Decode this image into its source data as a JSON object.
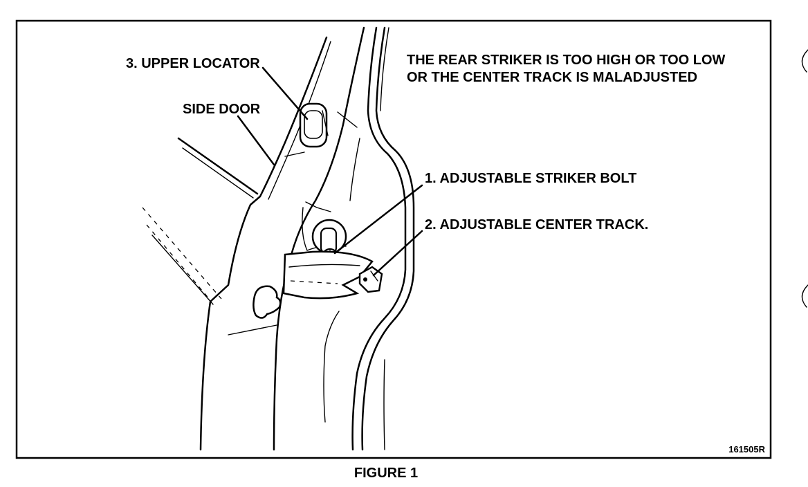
{
  "labels": {
    "upper_locator": "3. UPPER LOCATOR",
    "side_door": "SIDE DOOR",
    "striker_bolt": "1. ADJUSTABLE STRIKER BOLT",
    "center_track": "2. ADJUSTABLE CENTER TRACK.",
    "note_line1": "THE REAR STRIKER IS TOO HIGH OR TOO LOW",
    "note_line2": "OR THE CENTER TRACK IS MALADJUSTED",
    "figure_code": "161505R",
    "caption": "FIGURE 1"
  }
}
